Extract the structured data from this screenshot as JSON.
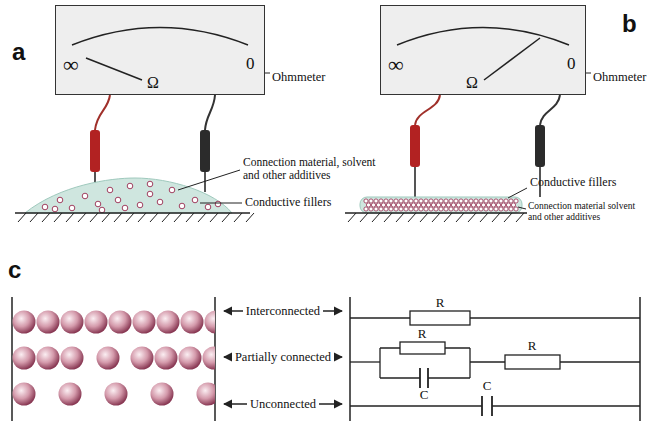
{
  "diagram": {
    "nodes": [
      {
        "text": [
          "∞",
          "Ω",
          "0",
          "Ohmmeter"
        ]
      },
      {
        "text": [
          "∞",
          "Ω",
          "0",
          "Ohmmeter"
        ]
      }
    ],
    "labels": [
      "a",
      "Connection material, solvent and other additives",
      "Conductive fillers",
      "b",
      "Conductive fillers",
      "Connection material solvent and other additives",
      "c",
      "Interconnected",
      "Partially connected",
      "Unconnected",
      "R",
      "R",
      "C",
      "R",
      "C"
    ]
  }
}
